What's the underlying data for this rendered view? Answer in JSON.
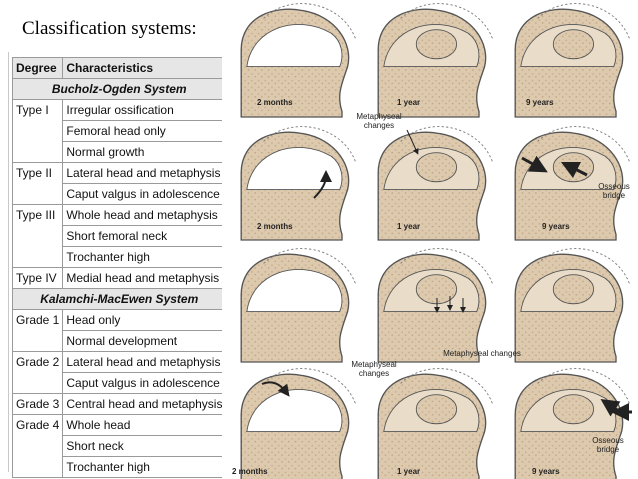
{
  "title": "Classification systems:",
  "table": {
    "headers": [
      "Degree",
      "Characteristics"
    ],
    "systems": [
      {
        "name": "Bucholz-Ogden System",
        "groups": [
          {
            "degree": "Type I",
            "items": [
              "Irregular ossification",
              "Femoral head only",
              "Normal growth"
            ]
          },
          {
            "degree": "Type II",
            "items": [
              "Lateral head and metaphysis",
              "Caput valgus in adolescence"
            ]
          },
          {
            "degree": "Type III",
            "items": [
              "Whole head and metaphysis",
              "Short femoral neck",
              "Trochanter high"
            ]
          },
          {
            "degree": "Type IV",
            "items": [
              "Medial head and metaphysis"
            ]
          }
        ]
      },
      {
        "name": "Kalamchi-MacEwen System",
        "groups": [
          {
            "degree": "Grade 1",
            "items": [
              "Head only",
              "Normal development"
            ]
          },
          {
            "degree": "Grade 2",
            "items": [
              "Lateral head and metaphysis",
              "Caput valgus in adolescence"
            ]
          },
          {
            "degree": "Grade 3",
            "items": [
              "Central head and metaphysis"
            ]
          },
          {
            "degree": "Grade 4",
            "items": [
              "Whole head",
              "Short neck",
              "Trochanter high"
            ]
          }
        ]
      }
    ]
  },
  "figure": {
    "rows": [
      {
        "labels": [
          "2 months",
          "1 year",
          "9 years"
        ]
      },
      {
        "labels": [
          "2 months",
          "1 year",
          "9 years"
        ],
        "notes": [
          "Metaphyseal changes",
          "Osseous bridge"
        ]
      },
      {
        "labels": [],
        "notes": [
          "Metaphyseal changes"
        ]
      },
      {
        "labels": [
          "2 months",
          "1 year",
          "9 years"
        ],
        "notes": [
          "Metaphyseal changes",
          "Osseous bridge"
        ]
      }
    ],
    "colors": {
      "bone": "#dcc9ae",
      "bone_speckle": "#c9b08c",
      "outline": "#555555",
      "dashed": "#777777",
      "arrow": "#222222"
    }
  }
}
